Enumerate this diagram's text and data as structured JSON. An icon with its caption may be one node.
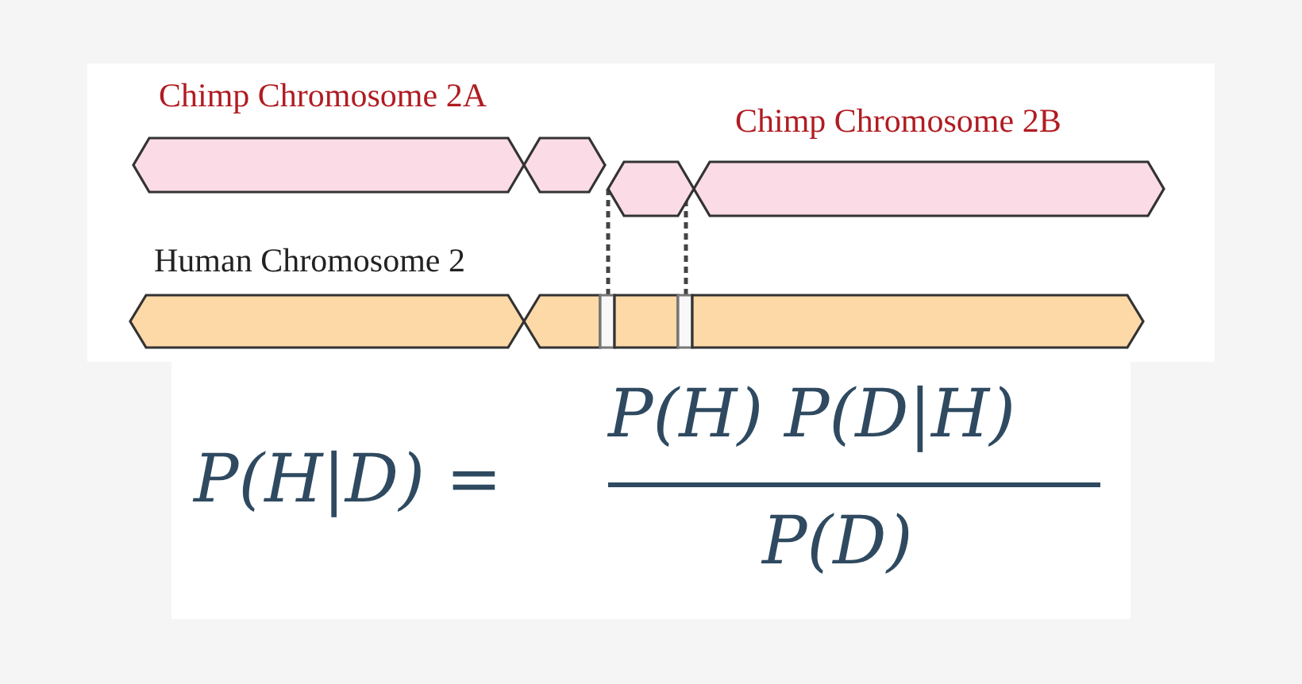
{
  "diagram": {
    "nodes": [
      {
        "text": [],
        "shape": "bar"
      },
      {
        "text": [],
        "shape": "bar"
      },
      {
        "text": [],
        "shape": "bar"
      },
      {
        "text": [],
        "shape": "bar"
      },
      {
        "text": [],
        "shape": "bar"
      },
      {
        "text": [],
        "shape": "bar"
      },
      {
        "text": [],
        "shape": "box"
      },
      {
        "text": [],
        "shape": "bar"
      },
      {
        "text": [],
        "shape": "box"
      },
      {
        "text": [],
        "shape": "bar"
      }
    ],
    "edges": [
      {
        "from": 2,
        "to": 6,
        "arrow": "none",
        "style": "dashed"
      },
      {
        "from": 3,
        "to": 8,
        "arrow": "none",
        "style": "dashed"
      }
    ],
    "labels": [
      "Chimp Chromosome 2A",
      "Chimp Chromosome 2B",
      "Human Chromosome 2",
      "P(H|D) =",
      "P(H) P(D|H)",
      "P(D)"
    ]
  }
}
